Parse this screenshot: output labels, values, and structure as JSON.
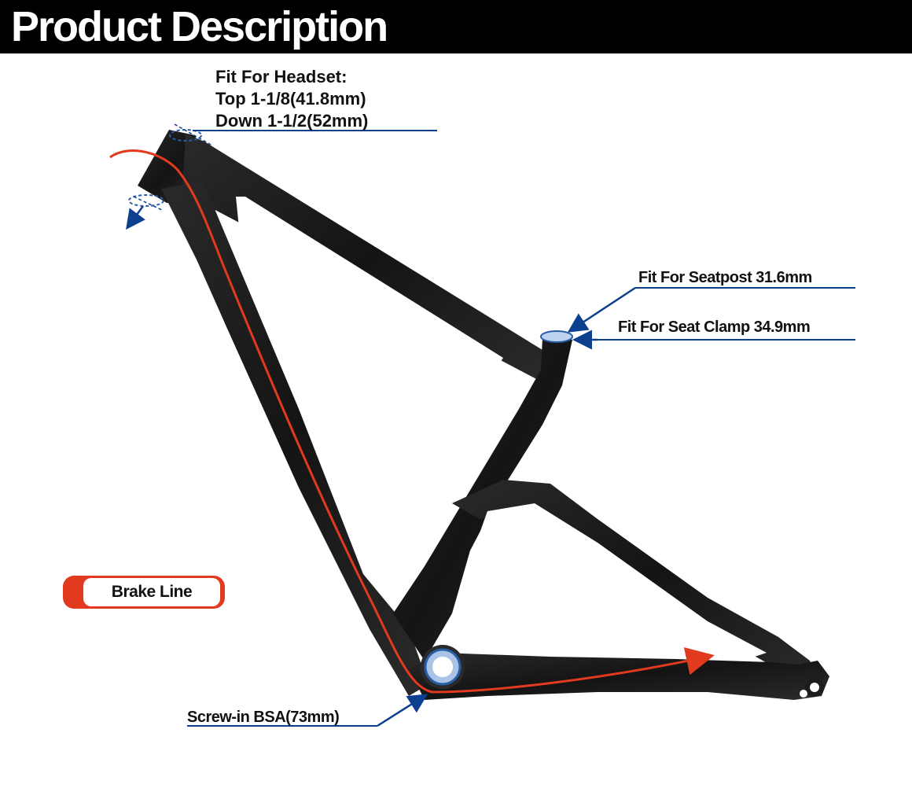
{
  "header": {
    "title": "Product Description"
  },
  "headset": {
    "heading": "Fit For Headset:",
    "top": "Top 1-1/8(41.8mm)",
    "down": "Down 1-1/2(52mm)"
  },
  "seatpost": {
    "label": "Fit For Seatpost 31.6mm"
  },
  "seat_clamp": {
    "label": "Fit For Seat Clamp 34.9mm"
  },
  "bottom_bracket": {
    "label": "Screw-in BSA(73mm)"
  },
  "legend": {
    "brake_line": "Brake Line"
  },
  "colors": {
    "header_bg": "#000000",
    "brake_line": "#e23a1f",
    "callout": "#0d3f8f",
    "frame": "#1c1c1c"
  }
}
